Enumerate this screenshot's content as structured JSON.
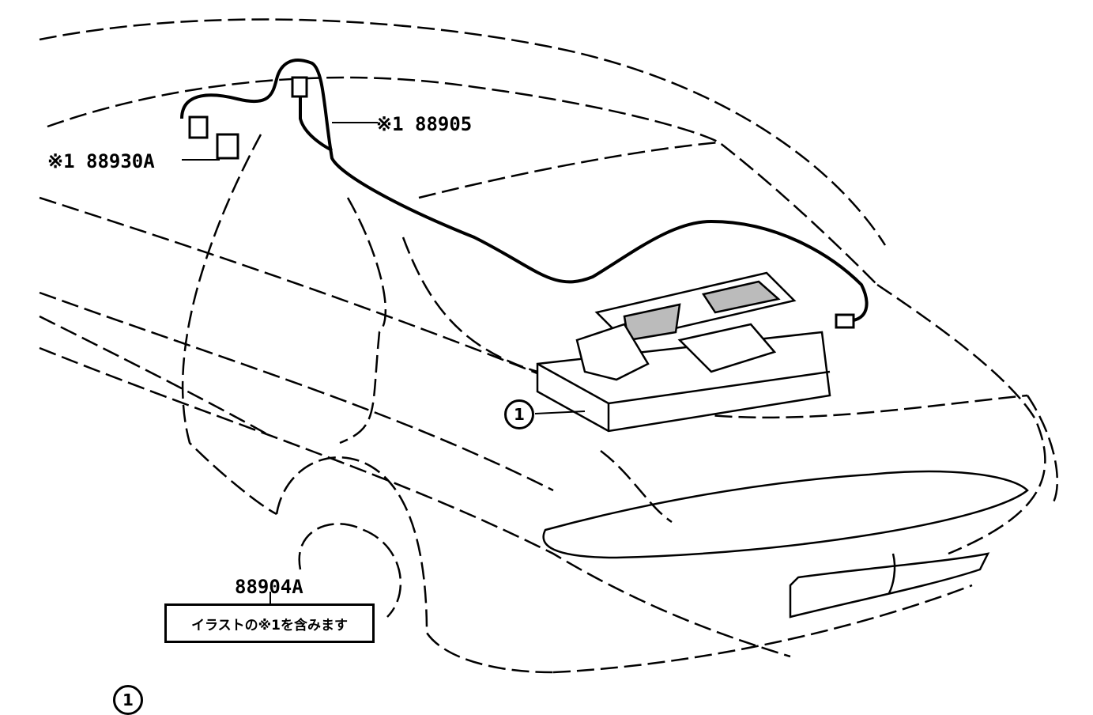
{
  "labels": {
    "part_88905": "※1 88905",
    "part_88930a": "※1 88930A",
    "part_88904a": "88904A",
    "note": "イラストの※1を含みます",
    "callout_main": "1",
    "callout_legend": "1"
  }
}
